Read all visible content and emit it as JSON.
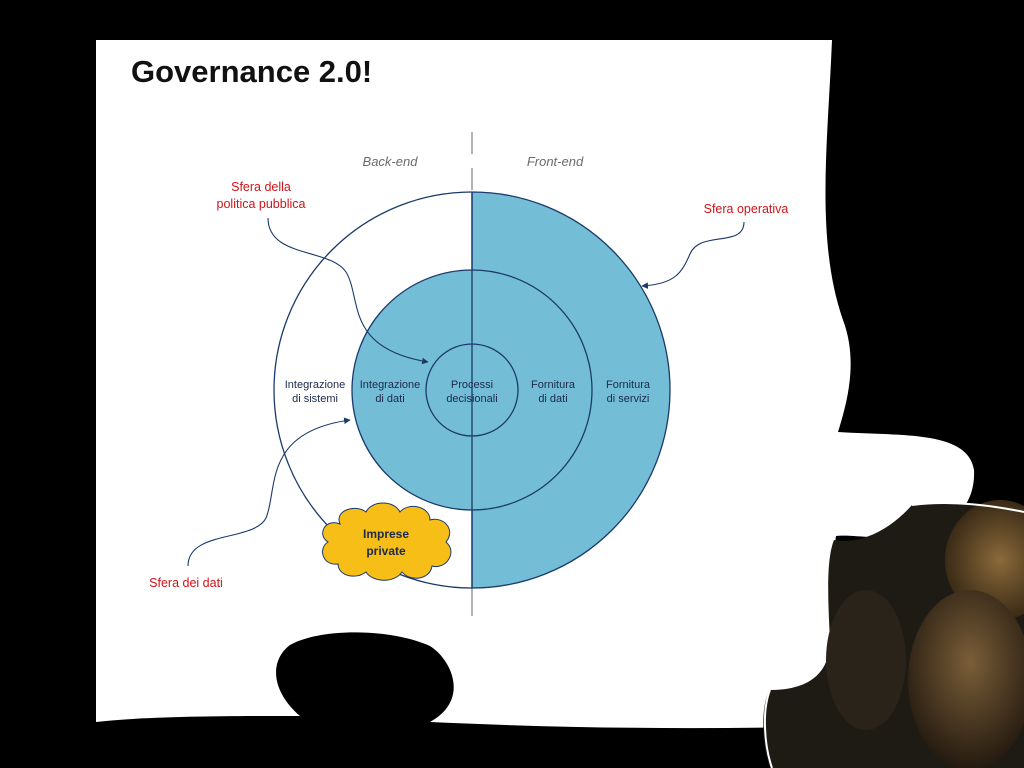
{
  "slide": {
    "title": "Governance 2.0!"
  },
  "diagram": {
    "header_left": "Back-end",
    "header_right": "Front-end",
    "labels": {
      "sfera_politica_line1": "Sfera della",
      "sfera_politica_line2": "politica pubblica",
      "sfera_operativa": "Sfera operativa",
      "sfera_dati": "Sfera dei dati"
    },
    "rings": {
      "outer_left_line1": "Integrazione",
      "outer_left_line2": "di sistemi",
      "middle_left_line1": "Integrazione",
      "middle_left_line2": "di dati",
      "center_line1": "Processi",
      "center_line2": "decisionali",
      "middle_right_line1": "Fornitura",
      "middle_right_line2": "di dati",
      "outer_right_line1": "Fornitura",
      "outer_right_line2": "di servizi"
    },
    "cloud_line1": "Imprese",
    "cloud_line2": "private"
  },
  "colors": {
    "fill_blue": "#74BDD6",
    "stroke_navy": "#1B3A6B",
    "label_red": "#D0141A",
    "cloud_yellow": "#F6BE16",
    "header_gray": "#6B6B6B"
  }
}
